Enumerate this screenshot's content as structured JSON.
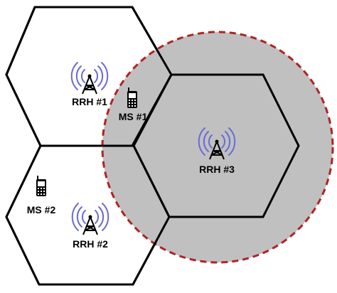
{
  "colors": {
    "coverage_fill": "#c0c0c0",
    "coverage_stroke": "#b22222",
    "wave": "#6a6ad8",
    "tower": "#000000",
    "phone": "#000000"
  },
  "icons": {
    "rrh": "radio-tower-icon",
    "ms": "mobile-phone-icon"
  },
  "labels": {
    "rrh1": "RRH #1",
    "rrh2": "RRH #2",
    "rrh3": "RRH #3",
    "ms1": "MS #1",
    "ms2": "MS #2"
  }
}
